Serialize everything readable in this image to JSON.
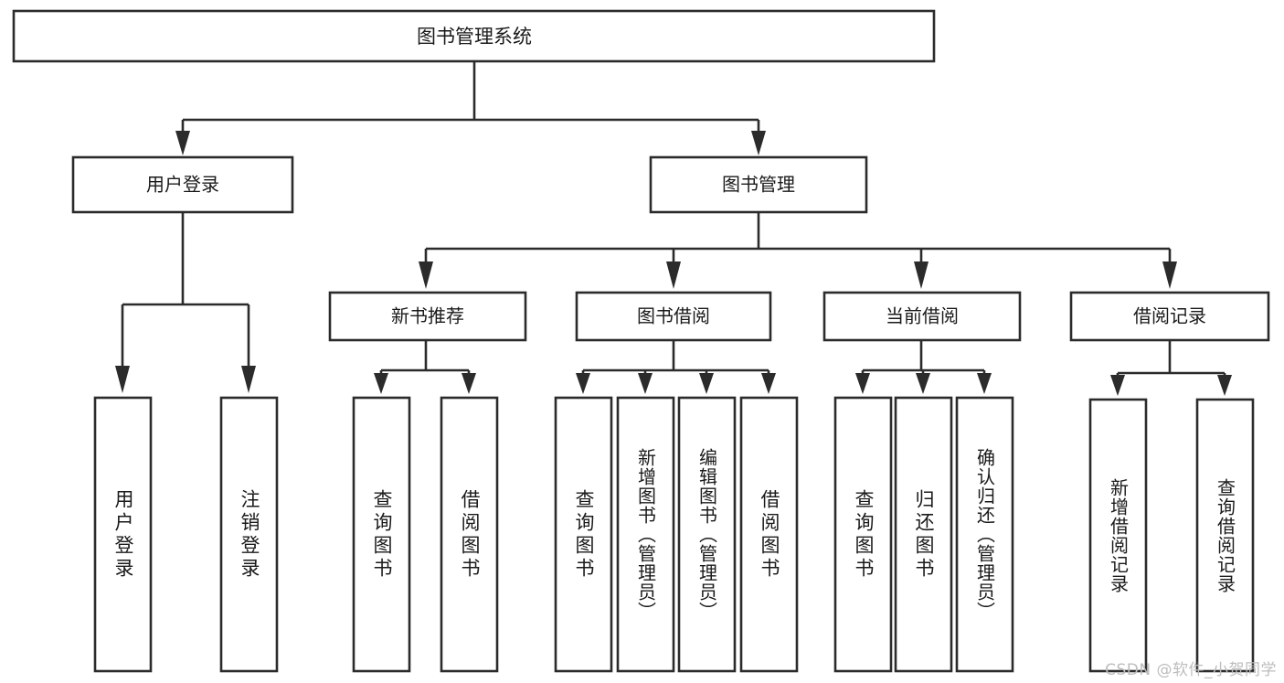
{
  "diagram": {
    "type": "tree-hierarchy",
    "title": "图书管理系统",
    "watermark": "CSDN @软件_小贺同学",
    "colors": {
      "box_stroke": "#2b2b2b",
      "box_fill": "#ffffff",
      "text": "#1a1a1a",
      "background": "#ffffff",
      "watermark": "#bdbdbd"
    },
    "root": {
      "label": "图书管理系统"
    },
    "level1": [
      {
        "label": "用户登录"
      },
      {
        "label": "图书管理"
      }
    ],
    "level2": [
      {
        "label": "新书推荐"
      },
      {
        "label": "图书借阅"
      },
      {
        "label": "当前借阅"
      },
      {
        "label": "借阅记录"
      }
    ],
    "leaves": {
      "user_login": [
        {
          "label": "用户登录"
        },
        {
          "label": "注销登录"
        }
      ],
      "new_book_recommend": [
        {
          "label": "查询图书"
        },
        {
          "label": "借阅图书"
        }
      ],
      "book_borrow": [
        {
          "label": "查询图书"
        },
        {
          "label": "新增图书（管理员）"
        },
        {
          "label": "编辑图书（管理员）"
        },
        {
          "label": "借阅图书"
        }
      ],
      "current_borrow": [
        {
          "label": "查询图书"
        },
        {
          "label": "归还图书"
        },
        {
          "label": "确认归还（管理员）"
        }
      ],
      "borrow_record": [
        {
          "label": "新增借阅记录"
        },
        {
          "label": "查询借阅记录"
        }
      ]
    }
  }
}
